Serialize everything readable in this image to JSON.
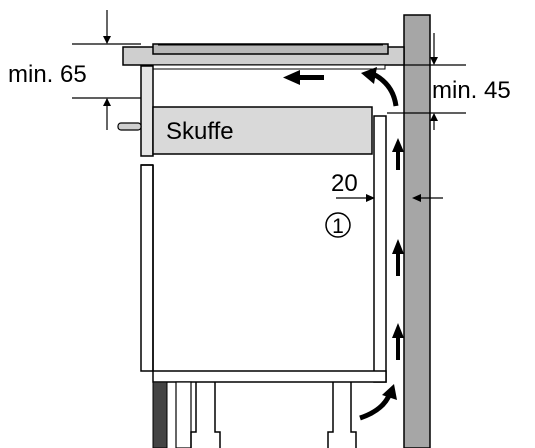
{
  "labels": {
    "min_left": "min. 65",
    "min_right": "min. 45",
    "drawer": "Skuffe",
    "gap": "20",
    "item_marker": "1"
  },
  "colors": {
    "wall": "#a6a6a6",
    "cooktop": "#cfcfcf",
    "drawer": "#d9d9d9",
    "line": "#000000",
    "leg_dark": "#444444"
  }
}
